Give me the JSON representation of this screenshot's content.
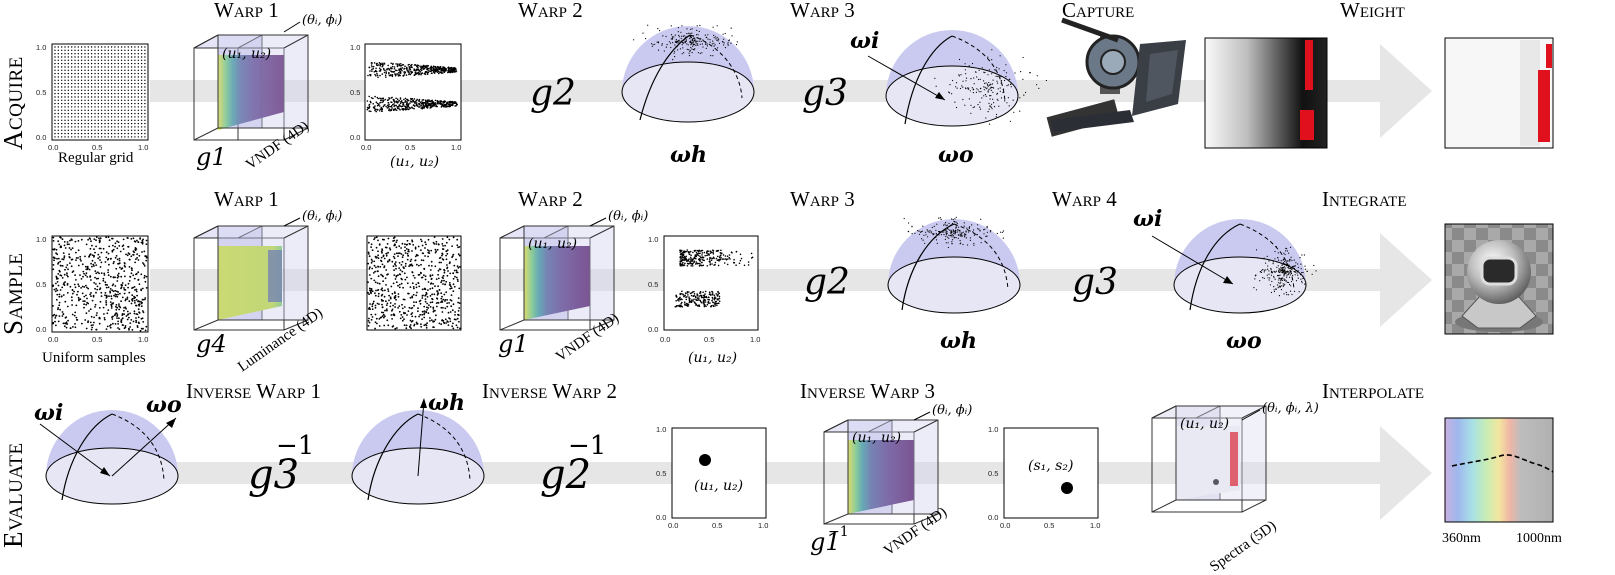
{
  "rows": [
    {
      "label": "Acquire",
      "stages": [
        "Warp 1",
        "Warp 2",
        "Warp 3",
        "Capture",
        "Weight"
      ],
      "captions": {
        "grid": "Regular grid",
        "cube": "VNDF (4D)",
        "scatter": "(u₁, u₂)",
        "hemi1": "ωh",
        "hemi2": "ωo"
      },
      "cube_top": "(u₁, u₂)",
      "cube_corner": "(θᵢ, ϕᵢ)",
      "hemi_incoming": "ωi",
      "maps": {
        "m1": "g1",
        "m2": "g2",
        "m3": "g3"
      }
    },
    {
      "label": "Sample",
      "stages": [
        "Warp 1",
        "Warp 2",
        "Warp 3",
        "Warp 4",
        "Integrate"
      ],
      "captions": {
        "grid": "Uniform samples",
        "cube1": "Luminance (4D)",
        "cube2": "VNDF (4D)",
        "scatter": "(u₁, u₂)",
        "hemi1": "ωh",
        "hemi2": "ωo"
      },
      "cube_top": "(u₁, u₂)",
      "cube_corner": "(θᵢ, ϕᵢ)",
      "hemi_incoming": "ωi",
      "maps": {
        "m1": "g4",
        "m2": "g1",
        "m3": "g2",
        "m4": "g3"
      }
    },
    {
      "label": "Evaluate",
      "stages": [
        "Inverse Warp 1",
        "Inverse Warp 2",
        "Inverse Warp 3",
        "Interpolate"
      ],
      "captions": {
        "plot1": "(u₁, u₂)",
        "plot2": "(s₁, s₂)",
        "cube1": "VNDF (4D)",
        "cube2": "Spectra (5D)",
        "spec_lo": "360nm",
        "spec_hi": "1000nm"
      },
      "cube_top": "(u₁, u₂)",
      "cube1_corner": "(θᵢ, ϕᵢ)",
      "cube2_corner": "(θᵢ, ϕᵢ, λ)",
      "hemi_in": "ωi",
      "hemi_out": "ωo",
      "hemi_half": "ωh",
      "maps": {
        "m1": "g3",
        "m2": "g2",
        "m3": "g1",
        "inv": "−1"
      }
    }
  ],
  "plot_ticks": {
    "a": "0.0",
    "b": "0.5",
    "c": "1.0"
  },
  "colors": {
    "arrow": "#e3e3e3",
    "hemisphere": "#c9c9ef",
    "viridis_dark": "#440154",
    "viridis_light": "#c8e020",
    "highlight": "#e0101c"
  }
}
